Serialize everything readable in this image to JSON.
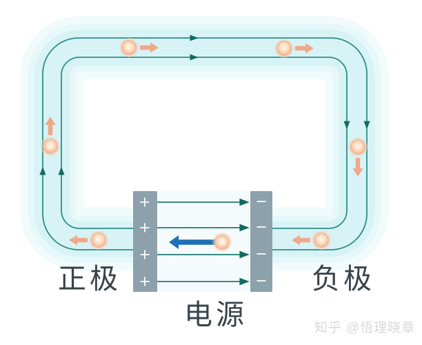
{
  "labels": {
    "positive_terminal": "正极",
    "negative_terminal": "负极",
    "power_source": "电源"
  },
  "watermark": {
    "text": "知乎 @悟理晓章"
  },
  "source": {
    "plus_symbol": "+",
    "minus_symbol": "−",
    "plus_symbol_count": 4,
    "minus_symbol_count": 4,
    "field_line_count": 4
  },
  "particles": [
    {
      "location": "top-left",
      "direction": "right"
    },
    {
      "location": "top-right",
      "direction": "right"
    },
    {
      "location": "left-side",
      "direction": "up"
    },
    {
      "location": "right-side",
      "direction": "down"
    },
    {
      "location": "bottom-left",
      "direction": "left"
    },
    {
      "location": "bottom-right",
      "direction": "left"
    },
    {
      "location": "inside-source",
      "direction": "left"
    }
  ],
  "colors": {
    "tube_fill": "#d7f3f6",
    "tube_mid": "#e6f8fa",
    "tube_glow": "#f1fbfc",
    "wire_line": "#2f8d86",
    "arrowhead": "#146a61",
    "field_line": "#1d7a6e",
    "plate": "#8ca1ab",
    "plate_symbol": "#f2f6f7",
    "particle_ring": "#f2ad8e",
    "particle_glow": "#f8cfb4",
    "charge_arrow": "#f0a88a",
    "emf_arrow": "#1f6fb5",
    "label_text": "#39434b",
    "watermark_text": "#d9d9d9"
  }
}
